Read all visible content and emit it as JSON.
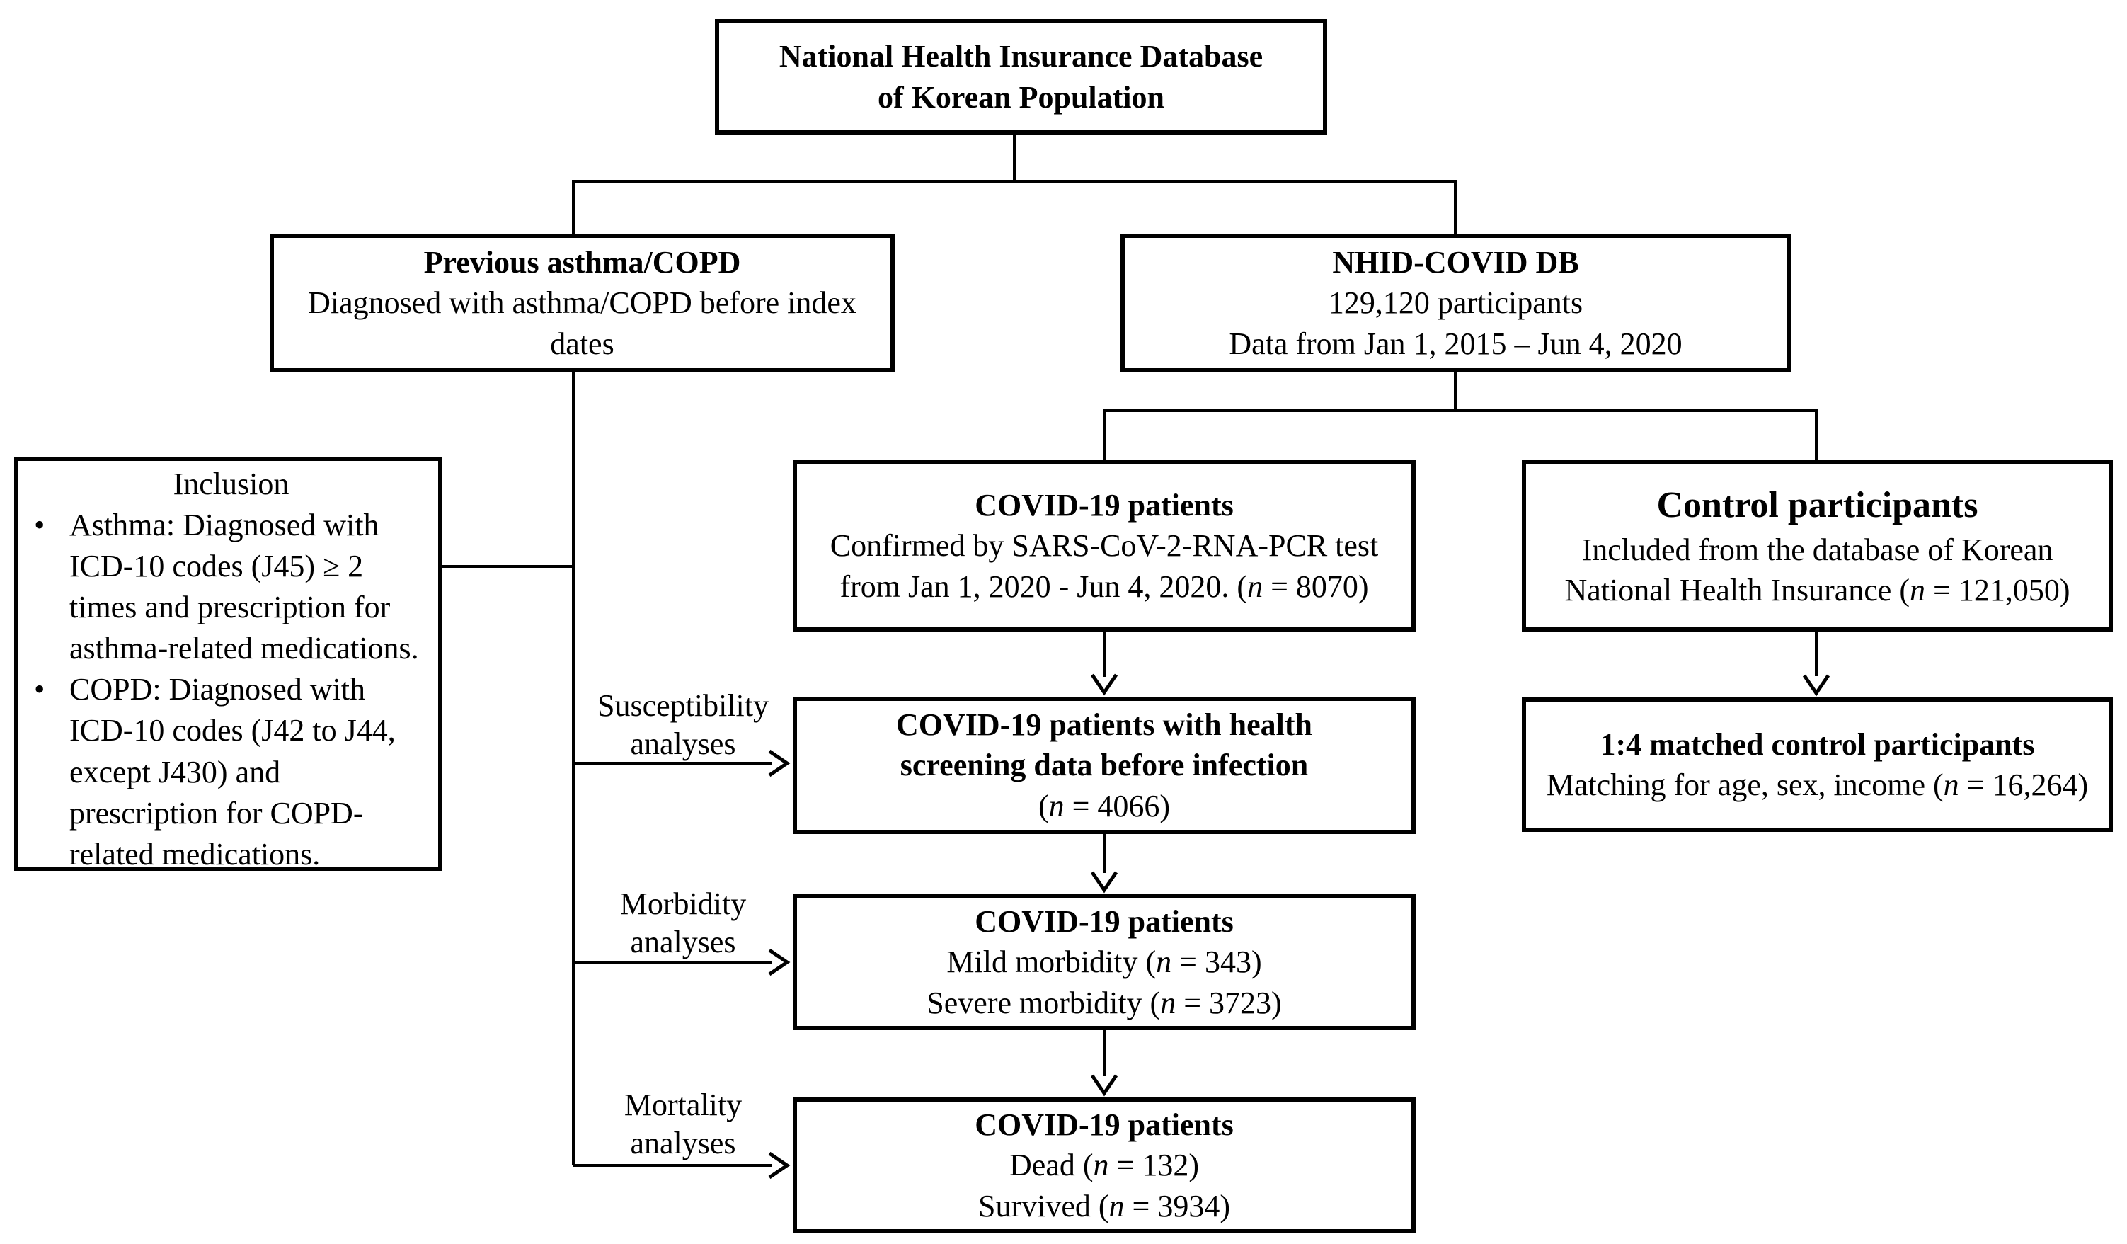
{
  "colors": {
    "ink": "#000000",
    "paper": "#ffffff"
  },
  "bullet_char": "•",
  "boxes": {
    "national_db": {
      "line1": "National Health Insurance Database",
      "line2": "of Korean Population"
    },
    "previous_asthma_copd": {
      "title": "Previous asthma/COPD",
      "line1": "Diagnosed with asthma/COPD before index",
      "line2": "dates"
    },
    "nhid_covid_db": {
      "title": "NHID-COVID DB",
      "line1": "129,120 participants",
      "line2": "Data from Jan 1, 2015 – Jun 4, 2020"
    },
    "inclusion": {
      "title": "Inclusion",
      "bullets": [
        "Asthma: Diagnosed with ICD-10 codes (J45) ≥ 2 times and prescription for asthma-related medications.",
        "COPD: Diagnosed with ICD-10 codes (J42 to J44, except J430) and prescription for COPD-related medications."
      ]
    },
    "covid_patients": {
      "title": "COVID-19 patients",
      "line1": "Confirmed by SARS-CoV-2-RNA-PCR test",
      "line2": [
        {
          "t": "from Jan 1, 2020 - Jun 4, 2020. ("
        },
        {
          "t": "n",
          "i": true
        },
        {
          "t": " = 8070)"
        }
      ]
    },
    "control_participants": {
      "title": "Control participants",
      "line1": "Included from the database of Korean",
      "line2": [
        {
          "t": "National Health Insurance ("
        },
        {
          "t": "n",
          "i": true
        },
        {
          "t": " = 121,050)"
        }
      ]
    },
    "screening": {
      "title1": "COVID-19 patients with health",
      "title2": "screening data before infection",
      "line1": [
        {
          "t": "("
        },
        {
          "t": "n",
          "i": true
        },
        {
          "t": " = 4066)"
        }
      ]
    },
    "matched_controls": {
      "title": "1:4 matched control participants",
      "line1": [
        {
          "t": "Matching for age, sex, income ("
        },
        {
          "t": "n",
          "i": true
        },
        {
          "t": " = 16,264)"
        }
      ]
    },
    "morbidity": {
      "title": "COVID-19 patients",
      "line1": [
        {
          "t": "Mild morbidity ("
        },
        {
          "t": "n",
          "i": true
        },
        {
          "t": " = 343)"
        }
      ],
      "line2": [
        {
          "t": "Severe morbidity ("
        },
        {
          "t": "n",
          "i": true
        },
        {
          "t": " = 3723)"
        }
      ]
    },
    "mortality": {
      "title": "COVID-19 patients",
      "line1": [
        {
          "t": "Dead ("
        },
        {
          "t": "n",
          "i": true
        },
        {
          "t": " = 132)"
        }
      ],
      "line2": [
        {
          "t": "Survived ("
        },
        {
          "t": "n",
          "i": true
        },
        {
          "t": " = 3934)"
        }
      ]
    }
  },
  "labels": {
    "susceptibility": {
      "line1": "Susceptibility",
      "line2": "analyses"
    },
    "morbidity": {
      "line1": "Morbidity",
      "line2": "analyses"
    },
    "mortality": {
      "line1": "Mortality",
      "line2": "analyses"
    }
  }
}
